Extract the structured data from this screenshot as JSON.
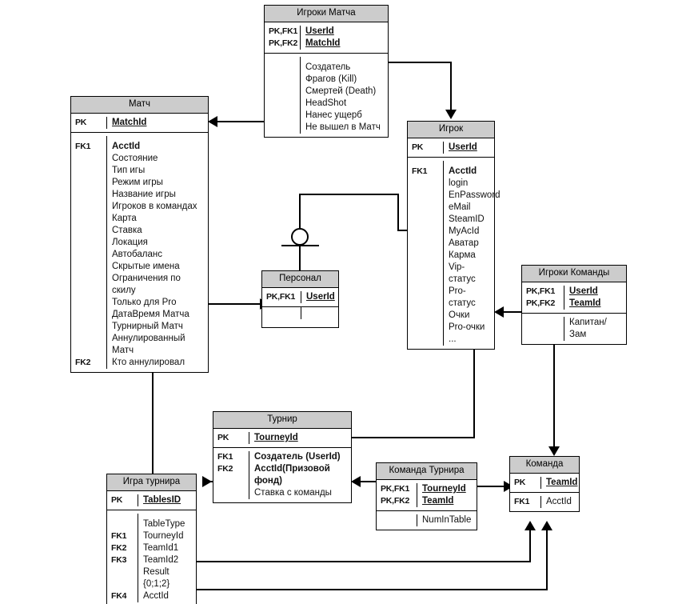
{
  "diagram": {
    "title": "ER Diagram",
    "header_fill": "#cccccc",
    "line_color": "#000000",
    "background": "#ffffff"
  },
  "tables": {
    "match_players": {
      "name": "Игроки Матча",
      "keys": [
        {
          "key": "PK,FK1",
          "field": "UserId"
        },
        {
          "key": "PK,FK2",
          "field": "MatchId"
        }
      ],
      "fields": [
        {
          "key": "",
          "field": "Создатель"
        },
        {
          "key": "",
          "field": "Фрагов (Kill)"
        },
        {
          "key": "",
          "field": "Смертей (Death)"
        },
        {
          "key": "",
          "field": "HeadShot"
        },
        {
          "key": "",
          "field": "Нанес ущерб"
        },
        {
          "key": "",
          "field": "Не вышел в Матч"
        }
      ]
    },
    "match": {
      "name": "Матч",
      "keys": [
        {
          "key": "PK",
          "field": "MatchId"
        }
      ],
      "fields": [
        {
          "key": "FK1",
          "field": "AcctId",
          "bold": true
        },
        {
          "key": "",
          "field": "Состояние"
        },
        {
          "key": "",
          "field": "Тип игы"
        },
        {
          "key": "",
          "field": "Режим игры"
        },
        {
          "key": "",
          "field": "Название игры"
        },
        {
          "key": "",
          "field": "Игроков в командах"
        },
        {
          "key": "",
          "field": "Карта"
        },
        {
          "key": "",
          "field": "Ставка"
        },
        {
          "key": "",
          "field": "Локация"
        },
        {
          "key": "",
          "field": "Автобаланс"
        },
        {
          "key": "",
          "field": "Скрытые имена"
        },
        {
          "key": "",
          "field": "Ограничения по скилу"
        },
        {
          "key": "",
          "field": "Только для Pro"
        },
        {
          "key": "",
          "field": "ДатаВремя Матча"
        },
        {
          "key": "",
          "field": "Турнирный Матч"
        },
        {
          "key": "",
          "field": "Аннулированный Матч"
        },
        {
          "key": "FK2",
          "field": "Кто аннулировал"
        }
      ]
    },
    "player": {
      "name": "Игрок",
      "keys": [
        {
          "key": "PK",
          "field": "UserId"
        }
      ],
      "fields": [
        {
          "key": "FK1",
          "field": "AcctId",
          "bold": true
        },
        {
          "key": "",
          "field": "login"
        },
        {
          "key": "",
          "field": "EnPassword"
        },
        {
          "key": "",
          "field": "eMail"
        },
        {
          "key": "",
          "field": "SteamID"
        },
        {
          "key": "",
          "field": "MyAcId"
        },
        {
          "key": "",
          "field": "Аватар"
        },
        {
          "key": "",
          "field": "Карма"
        },
        {
          "key": "",
          "field": "Vip-статус"
        },
        {
          "key": "",
          "field": "Pro-статус"
        },
        {
          "key": "",
          "field": "Очки"
        },
        {
          "key": "",
          "field": "Pro-очки"
        },
        {
          "key": "",
          "field": "..."
        }
      ]
    },
    "personnel": {
      "name": "Персонал",
      "keys": [
        {
          "key": "PK,FK1",
          "field": "UserId"
        }
      ],
      "fields": []
    },
    "team_players": {
      "name": "Игроки Команды",
      "keys": [
        {
          "key": "PK,FK1",
          "field": "UserId"
        },
        {
          "key": "PK,FK2",
          "field": "TeamId"
        }
      ],
      "fields": [
        {
          "key": "",
          "field": "Капитан/Зам"
        }
      ]
    },
    "tournament": {
      "name": "Турнир",
      "keys": [
        {
          "key": "PK",
          "field": "TourneyId"
        }
      ],
      "fields": [
        {
          "key": "FK1",
          "field": "Создатель (UserId)",
          "bold": true
        },
        {
          "key": "FK2",
          "field": "AcctId(Призовой фонд)",
          "bold": true
        },
        {
          "key": "",
          "field": "Ставка с команды"
        }
      ]
    },
    "tournament_game": {
      "name": "Игра турнира",
      "keys": [
        {
          "key": "PK",
          "field": "TablesID"
        }
      ],
      "fields": [
        {
          "key": "",
          "field": "TableType"
        },
        {
          "key": "FK1",
          "field": "TourneyId"
        },
        {
          "key": "FK2",
          "field": "TeamId1"
        },
        {
          "key": "FK3",
          "field": "TeamId2"
        },
        {
          "key": "",
          "field": "Result {0;1;2}"
        },
        {
          "key": "FK4",
          "field": "AcctId"
        }
      ]
    },
    "tournament_team": {
      "name": "Команда Турнира",
      "keys": [
        {
          "key": "PK,FK1",
          "field": "TourneyId"
        },
        {
          "key": "PK,FK2",
          "field": "TeamId"
        }
      ],
      "fields": [
        {
          "key": "",
          "field": "NumInTable"
        }
      ]
    },
    "team": {
      "name": "Команда",
      "keys": [
        {
          "key": "PK",
          "field": "TeamId"
        }
      ],
      "fields": [
        {
          "key": "FK1",
          "field": "AcctId"
        }
      ]
    }
  }
}
